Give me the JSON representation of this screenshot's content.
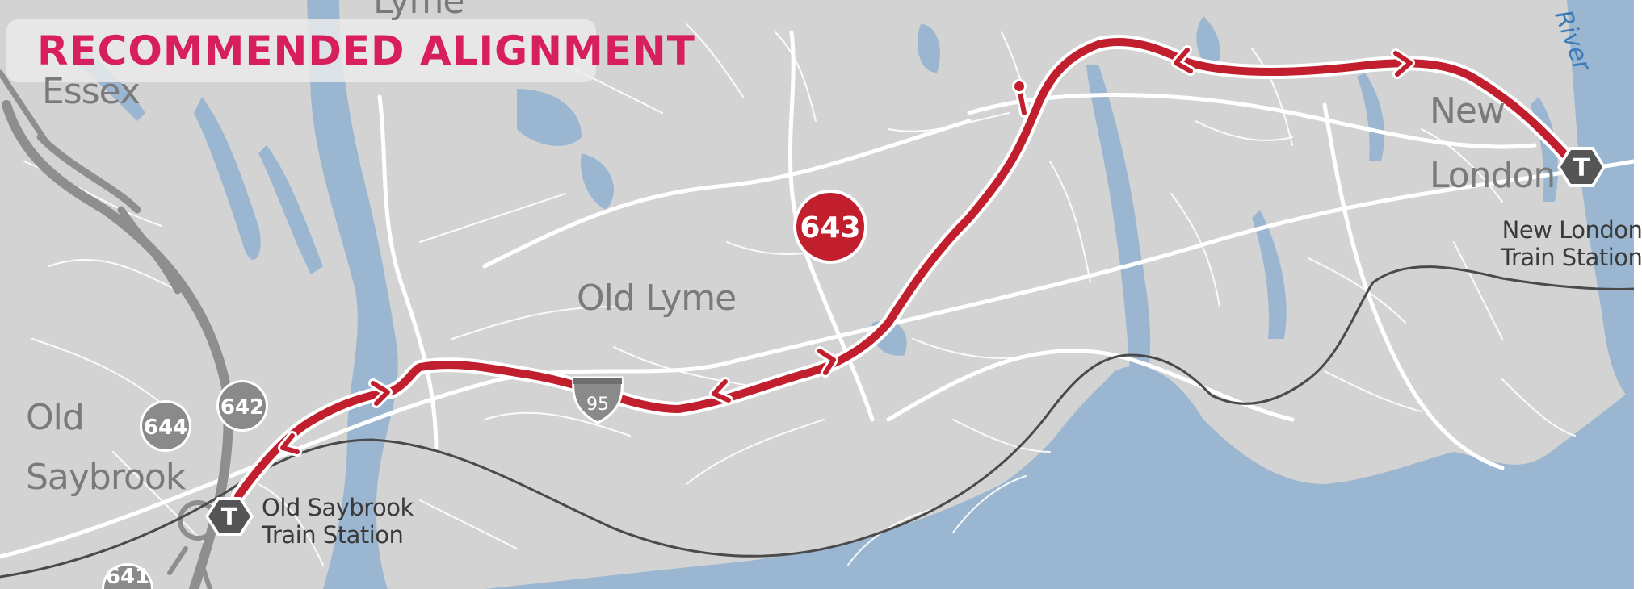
{
  "title": "RECOMMENDED ALIGNMENT",
  "towns": {
    "lyme": "Lyme",
    "essex": "Essex",
    "old_saybrook_1": "Old",
    "old_saybrook_2": "Saybrook",
    "old_lyme": "Old Lyme",
    "new_london_1": "New",
    "new_london_2": "London"
  },
  "river_label": "River",
  "stations": {
    "old_saybrook_line1": "Old Saybrook",
    "old_saybrook_line2": "Train Station",
    "new_london_line1": "New London",
    "new_london_line2": "Train Station"
  },
  "station_symbol": "T",
  "exits": {
    "exit_643": "643",
    "exit_644": "644",
    "exit_642": "642",
    "exit_641": "641"
  },
  "interstate": "95",
  "colors": {
    "land": "#d3d3d3",
    "water": "#9ab6d0",
    "roads": "#ffffff",
    "route": "#c21f2e",
    "title_text": "#d81f5d",
    "rail": "#4a4a4a",
    "station_marker": "#5a5a5a",
    "exit_recommended": "#c21f2e",
    "exit_other": "#8a8a8a"
  }
}
